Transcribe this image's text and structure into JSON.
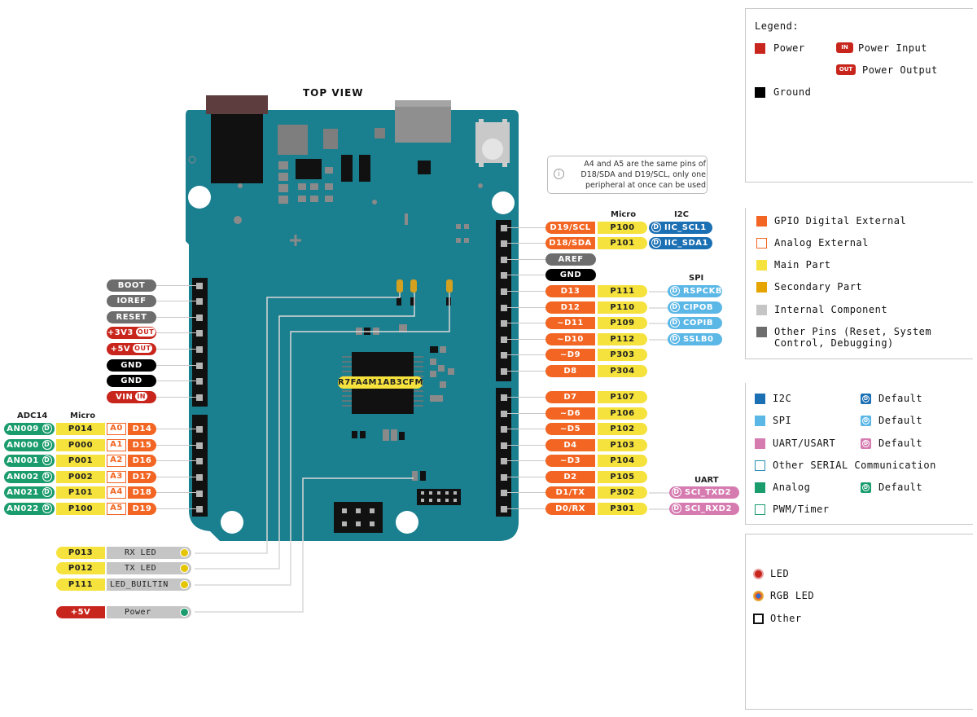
{
  "title": "TOP VIEW",
  "note": "A4 and A5 are the same pins of D18/SDA and D19/SCL, only one peripheral at once can be used",
  "chip": "R7FA4M1AB3CFM",
  "headers": {
    "adc14": "ADC14",
    "micro_left": "Micro",
    "micro_right": "Micro",
    "i2c": "I2C",
    "spi": "SPI",
    "uart": "UART"
  },
  "left_pins": [
    "BOOT",
    "IOREF",
    "RESET",
    "+3V3",
    "+5V",
    "GND",
    "GND",
    "VIN"
  ],
  "left_pin_marks": [
    "",
    "",
    "",
    "OUT",
    "OUT",
    "",
    "",
    "IN"
  ],
  "analog_pins": [
    {
      "adc": "AN009",
      "micro": "P014",
      "a": "A0",
      "d": "D14"
    },
    {
      "adc": "AN000",
      "micro": "P000",
      "a": "A1",
      "d": "D15"
    },
    {
      "adc": "AN001",
      "micro": "P001",
      "a": "A2",
      "d": "D16"
    },
    {
      "adc": "AN002",
      "micro": "P002",
      "a": "A3",
      "d": "D17"
    },
    {
      "adc": "AN021",
      "micro": "P101",
      "a": "A4",
      "d": "D18"
    },
    {
      "adc": "AN022",
      "micro": "P100",
      "a": "A5",
      "d": "D19"
    }
  ],
  "right_pins": [
    {
      "name": "D19/SCL",
      "micro": "P100",
      "func": "IIC_SCL1"
    },
    {
      "name": "D18/SDA",
      "micro": "P101",
      "func": "IIC_SDA1"
    },
    {
      "name": "AREF",
      "micro": "",
      "func": ""
    },
    {
      "name": "GND",
      "micro": "",
      "func": ""
    },
    {
      "name": "D13",
      "micro": "P111",
      "func": "RSPCKB"
    },
    {
      "name": "D12",
      "micro": "P110",
      "func": "CIPOB"
    },
    {
      "name": "~D11",
      "micro": "P109",
      "func": "COPIB"
    },
    {
      "name": "~D10",
      "micro": "P112",
      "func": "SSLB0"
    },
    {
      "name": "~D9",
      "micro": "P303",
      "func": ""
    },
    {
      "name": "D8",
      "micro": "P304",
      "func": ""
    },
    {
      "name": "D7",
      "micro": "P107",
      "func": ""
    },
    {
      "name": "~D6",
      "micro": "P106",
      "func": ""
    },
    {
      "name": "~D5",
      "micro": "P102",
      "func": ""
    },
    {
      "name": "D4",
      "micro": "P103",
      "func": ""
    },
    {
      "name": "~D3",
      "micro": "P104",
      "func": ""
    },
    {
      "name": "D2",
      "micro": "P105",
      "func": ""
    },
    {
      "name": "D1/TX",
      "micro": "P302",
      "func": "SCI_TXD2"
    },
    {
      "name": "D0/RX",
      "micro": "P301",
      "func": "SCI_RXD2"
    }
  ],
  "leds": [
    {
      "micro": "P013",
      "label": "RX LED"
    },
    {
      "micro": "P012",
      "label": "TX LED"
    },
    {
      "micro": "P111",
      "label": "LED_BUILTIN"
    },
    {
      "micro": "+5V",
      "label": "Power"
    }
  ],
  "default_mark": "D",
  "legend": {
    "title": "Legend:",
    "power": "Power",
    "power_input": "Power Input",
    "power_output": "Power Output",
    "ground": "Ground",
    "in_tag": "IN",
    "out_tag": "OUT",
    "gpio": "GPIO Digital External",
    "analog_ext": "Analog External",
    "main_part": "Main Part",
    "secondary_part": "Secondary Part",
    "internal": "Internal Component",
    "other_pins": "Other Pins (Reset, System Control, Debugging)",
    "i2c": "I2C",
    "spi": "SPI",
    "uart": "UART/USART",
    "other_serial": "Other SERIAL Communication",
    "analog": "Analog",
    "pwm": "PWM/Timer",
    "default": "Default",
    "led": "LED",
    "rgb_led": "RGB LED",
    "other": "Other"
  },
  "colors": {
    "board": "#1a7f8f",
    "power": "#c8261d",
    "ground": "#000000",
    "gpio": "#f26522",
    "main": "#f5e23c",
    "secondary": "#e5a400",
    "internal": "#c5c5c5",
    "other_pins": "#6d6d6d",
    "i2c": "#1b6fb3",
    "spi": "#5bb7e6",
    "uart": "#d57bb0",
    "analog": "#1a9c6d"
  }
}
